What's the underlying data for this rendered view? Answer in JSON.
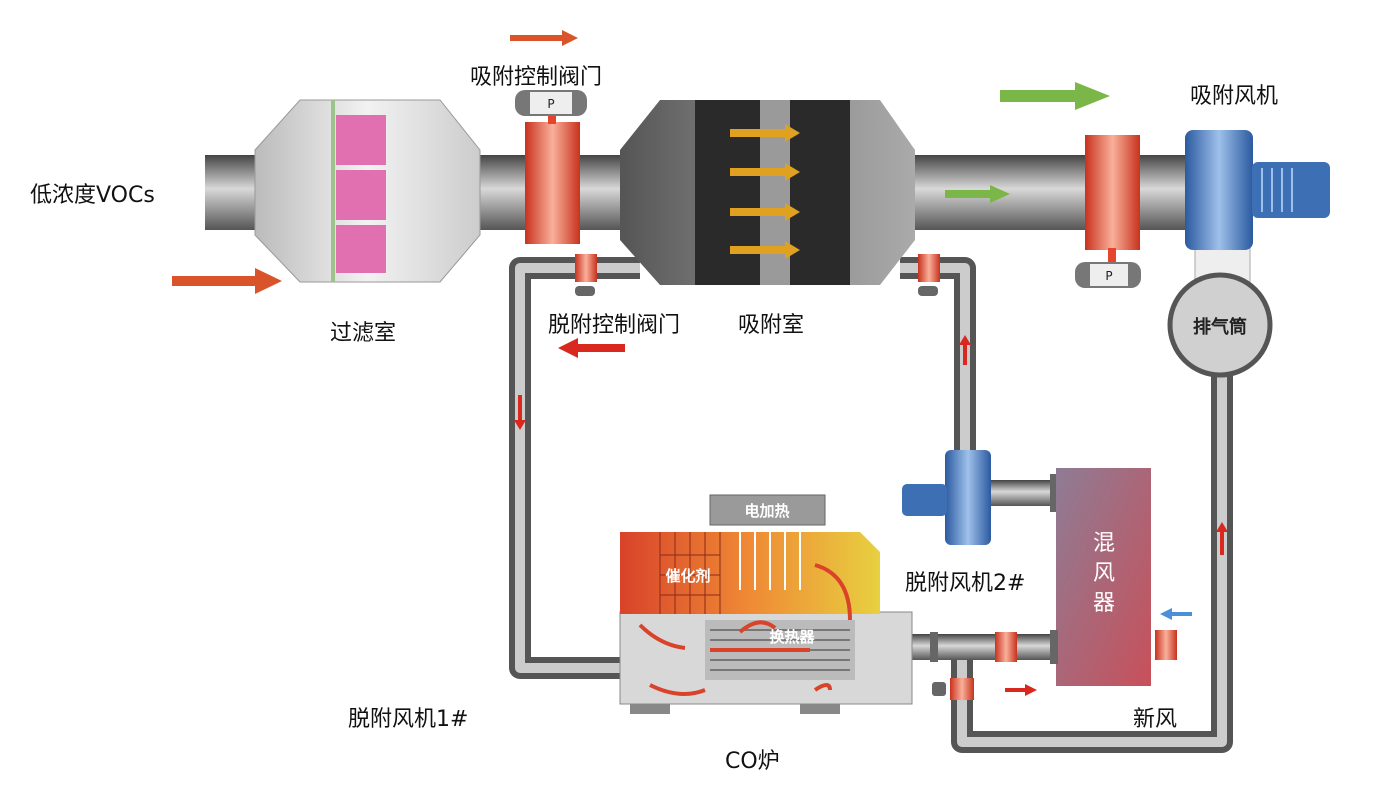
{
  "labels": {
    "inlet": "低浓度VOCs",
    "adsorption_valve": "吸附控制阀门",
    "filter_chamber": "过滤室",
    "desorption_valve": "脱附控制阀门",
    "adsorption_chamber": "吸附室",
    "adsorption_fan": "吸附风机",
    "exhaust_stack": "排气筒",
    "electric_heating": "电加热",
    "catalyst": "催化剂",
    "heat_exchanger": "换热器",
    "desorption_fan_2": "脱附风机2#",
    "mixer": [
      "混",
      "风",
      "器"
    ],
    "fresh_air": "新风",
    "desorption_fan_1": "脱附风机1#",
    "co_furnace": "CO炉",
    "valve_actuator": "P"
  },
  "colors": {
    "pipe": "#8a8a8e",
    "valve": "#e4452c",
    "fan": "#3d6fb5",
    "flow_arrow_orange": "#d9532b",
    "flow_arrow_green": "#7ab648",
    "filter_media": "#e070b0",
    "mixer": "#b5646c",
    "catalyst_hot": "#d8432a",
    "catalyst_warm": "#e8d040"
  }
}
